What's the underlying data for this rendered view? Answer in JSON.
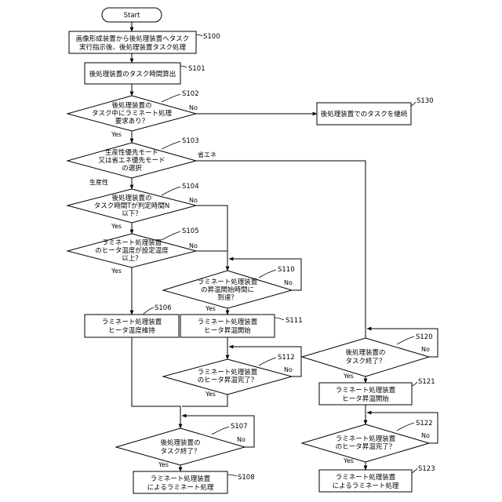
{
  "nodes": {
    "start": {
      "lines": [
        "Start"
      ]
    },
    "s100": {
      "lines": [
        "画像形成装置から後処理装置へタスク",
        "実行指示後、後処理装置タスク処理"
      ],
      "step": "S100"
    },
    "s101": {
      "lines": [
        "後処理装置のタスク時間算出"
      ],
      "step": "S101"
    },
    "s102": {
      "lines": [
        "後処理装置の",
        "タスク中にラミネート処理",
        "要求あり？"
      ],
      "step": "S102"
    },
    "s130": {
      "lines": [
        "後処理装置でのタスクを継続"
      ],
      "step": "S130"
    },
    "s103": {
      "lines": [
        "生産性優先モード",
        "又は省エネ優先モード",
        "の選択"
      ],
      "step": "S103"
    },
    "s104": {
      "lines": [
        "後処理装置の",
        "タスク時間Tが判定時間N",
        "以下？"
      ],
      "step": "S104"
    },
    "s105": {
      "lines": [
        "ラミネート処理装置",
        "のヒータ温度が設定温度",
        "以上？"
      ],
      "step": "S105"
    },
    "s110": {
      "lines": [
        "ラミネート処理装置",
        "の昇温開始時間に",
        "到達？"
      ],
      "step": "S110"
    },
    "s106": {
      "lines": [
        "ラミネート処理装置",
        "ヒータ温度維持"
      ],
      "step": "S106"
    },
    "s111": {
      "lines": [
        "ラミネート処理装置",
        "ヒータ昇温開始"
      ],
      "step": "S111"
    },
    "s112": {
      "lines": [
        "ラミネート処理装置",
        "のヒータ昇温完了？"
      ],
      "step": "S112"
    },
    "s107": {
      "lines": [
        "後処理装置の",
        "タスク終了？"
      ],
      "step": "S107"
    },
    "s108": {
      "lines": [
        "ラミネート処理装置",
        "によるラミネート処理"
      ],
      "step": "S108"
    },
    "s120": {
      "lines": [
        "後処理装置の",
        "タスク終了？"
      ],
      "step": "S120"
    },
    "s121": {
      "lines": [
        "ラミネート処理装置",
        "ヒータ昇温開始"
      ],
      "step": "S121"
    },
    "s122": {
      "lines": [
        "ラミネート処理装置",
        "のヒータ昇温完了？"
      ],
      "step": "S122"
    },
    "s123": {
      "lines": [
        "ラミネート処理装置",
        "によるラミネート処理"
      ],
      "step": "S123"
    }
  },
  "edge_labels": {
    "yes": "Yes",
    "no": "No",
    "productivity": "生産性",
    "energy_saving": "省エネ"
  }
}
